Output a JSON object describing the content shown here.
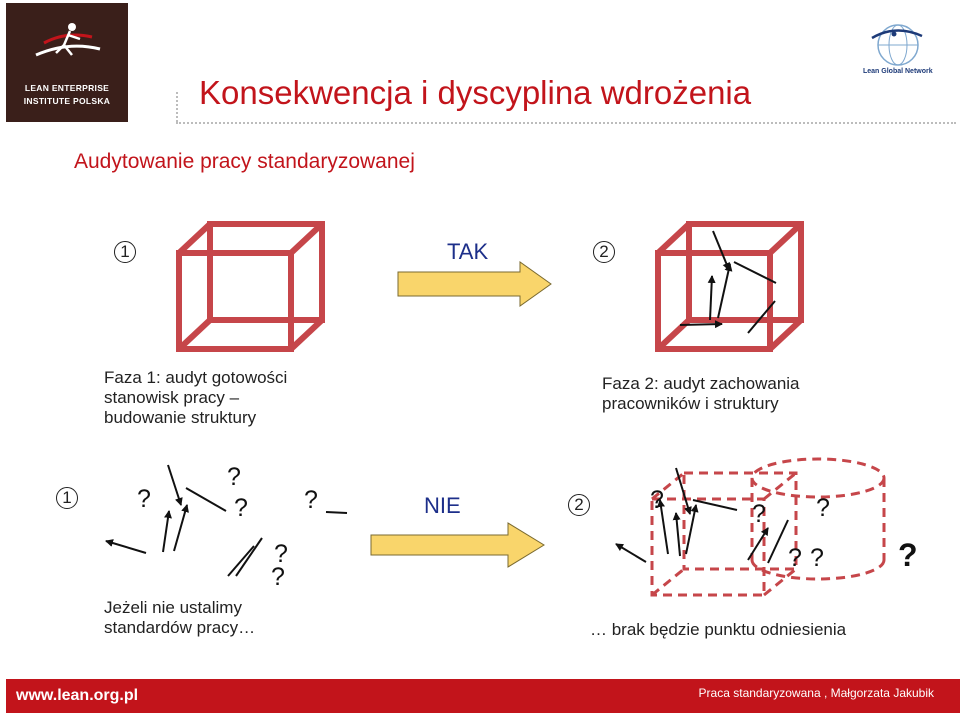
{
  "header": {
    "logo_line1": "LEAN ENTERPRISE",
    "logo_line2": "INSTITUTE POLSKA",
    "title": "Konsekwencja i dyscyplina wdrożenia",
    "network_label": "Lean Global Network"
  },
  "subtitle": "Audytowanie pracy standaryzowanej",
  "top_row": {
    "step1": "1",
    "step2": "2",
    "arrow_label": "TAK",
    "phase1_lines": [
      "Faza 1: audyt gotowości",
      "stanowisk pracy –",
      "budowanie struktury"
    ],
    "phase2_lines": [
      "Faza 2: audyt zachowania",
      "pracowników i struktury"
    ]
  },
  "bottom_row": {
    "step1": "1",
    "step2": "2",
    "arrow_label": "NIE",
    "left_caption_lines": [
      "Jeżeli nie ustalimy",
      "standardów pracy…"
    ],
    "right_caption": "… brak będzie punktu odniesienia",
    "question_mark": "?"
  },
  "footer": {
    "url": "www.lean.org.pl",
    "credit": "Praca standaryzowana , Małgorzata Jakubik"
  },
  "colors": {
    "brand_red": "#c2141b",
    "cube_red": "#c6464a",
    "arrow_yellow": "#f9d56b",
    "label_blue": "#1d2f8a"
  }
}
